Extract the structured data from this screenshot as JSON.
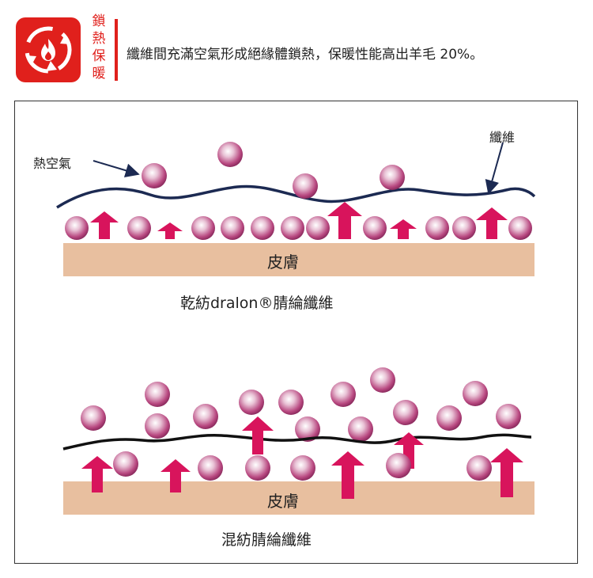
{
  "badge": {
    "chars": [
      "鎖",
      "熱",
      "保",
      "暖"
    ]
  },
  "headline": "纖維間充滿空氣形成絕緣體鎖熱，保暖性能高出羊毛 20%。",
  "icon": "recycle-flame-icon",
  "colors": {
    "brand_red": "#e0201c",
    "fiber_line_top": "#1c2a52",
    "fiber_line_bottom": "#111111",
    "skin": "#e8bf9f",
    "arrow": "#d8145c",
    "ball": "#b84880"
  },
  "top_panel": {
    "label_air": "熱空氣",
    "label_fiber": "纖維",
    "skin_label": "皮膚",
    "caption": "乾紡dralon®腈綸纖維"
  },
  "bottom_panel": {
    "skin_label": "皮膚",
    "caption": "混紡腈綸纖維"
  }
}
